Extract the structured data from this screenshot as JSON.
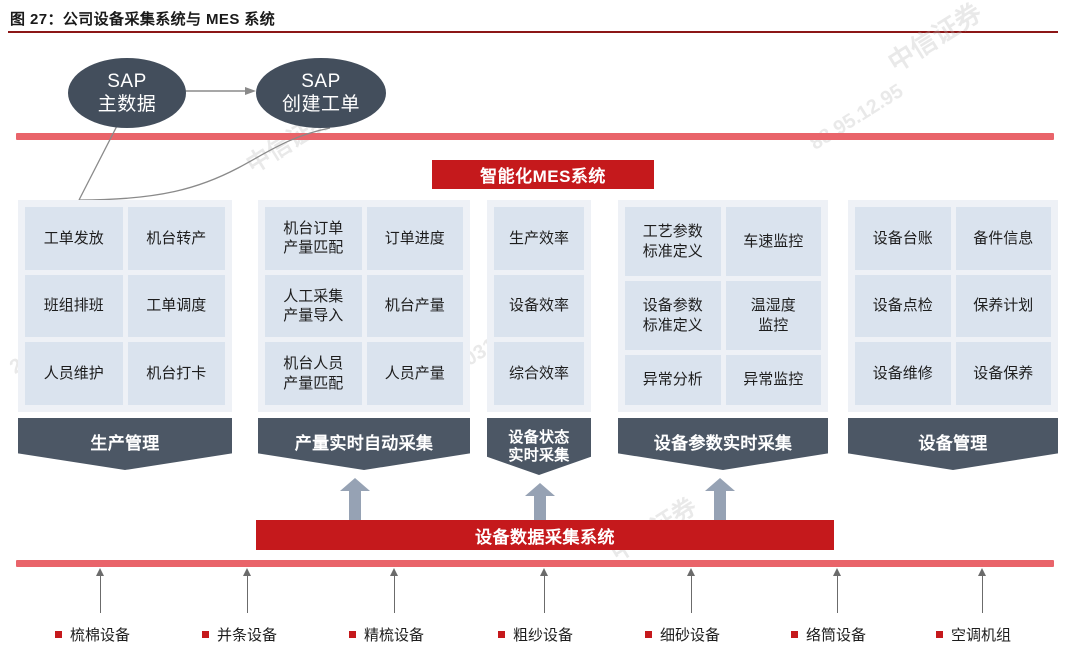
{
  "figure": {
    "title": "图 27：公司设备采集系统与 MES 系统",
    "accent_red": "#c5191c",
    "accent_pink": "#e9646a",
    "dark_slate": "#4c5765",
    "cell_blue": "#dae3ee",
    "panel_bg": "#eef1f6"
  },
  "sap": {
    "master": {
      "line1": "SAP",
      "line2": "主数据"
    },
    "work_order": {
      "line1": "SAP",
      "line2": "创建工单"
    }
  },
  "mes_banner": {
    "label": "智能化MES系统"
  },
  "columns": [
    {
      "id": "production-management",
      "footer": "生产管理",
      "layout": "2col",
      "cells": [
        "工单发放",
        "机台转产",
        "班组排班",
        "工单调度",
        "人员维护",
        "机台打卡"
      ]
    },
    {
      "id": "output-realtime-auto-collection",
      "footer": "产量实时自动采集",
      "layout": "2col",
      "cells": [
        "机台订单\n产量匹配",
        "订单进度",
        "人工采集\n产量导入",
        "机台产量",
        "机台人员\n产量匹配",
        "人员产量"
      ]
    },
    {
      "id": "equipment-status-realtime-collection",
      "footer": "设备状态\n实时采集",
      "layout": "1col",
      "cells": [
        "生产效率",
        "设备效率",
        "综合效率"
      ]
    },
    {
      "id": "equipment-parameter-realtime-collection",
      "footer": "设备参数实时采集",
      "layout": "2col",
      "cells": [
        "工艺参数\n标准定义",
        "车速监控",
        "设备参数\n标准定义",
        "温湿度\n监控",
        "异常分析",
        "异常监控"
      ]
    },
    {
      "id": "equipment-management",
      "footer": "设备管理",
      "layout": "2col",
      "cells": [
        "设备台账",
        "备件信息",
        "设备点检",
        "保养计划",
        "设备维修",
        "设备保养"
      ]
    }
  ],
  "collection_banner": {
    "label": "设备数据采集系统"
  },
  "devices": [
    "梳棉设备",
    "并条设备",
    "精梳设备",
    "粗纱设备",
    "细砂设备",
    "络筒设备",
    "空调机组"
  ],
  "watermarks": [
    "中信证券",
    "中信证券",
    "中信证券",
    "20.60.88.83.88.95",
    "031990",
    "88.95.12.95"
  ]
}
